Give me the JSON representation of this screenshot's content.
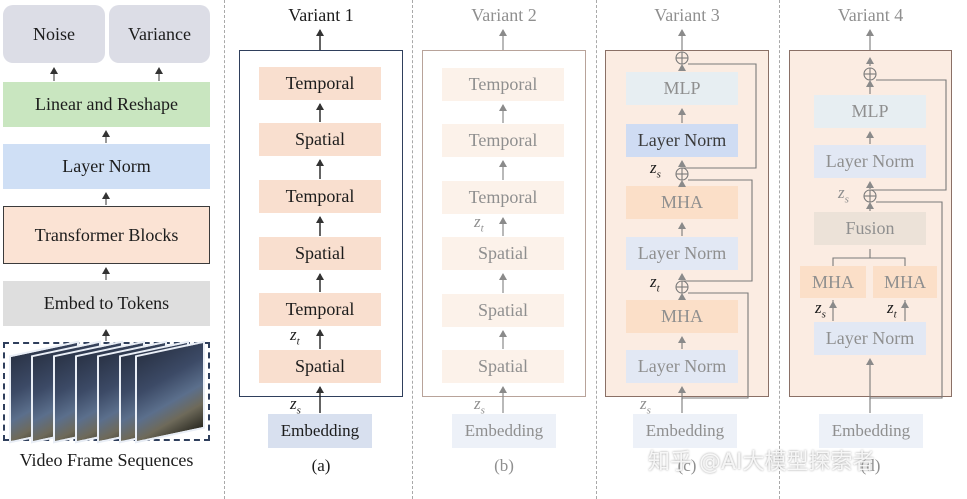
{
  "colors": {
    "noise_box": "#dcdde6",
    "linear_box": "#c9e6c0",
    "layernorm_box": "#cfdff5",
    "transformer_box": "#fbe3d4",
    "embed_tokens_box": "#dedede",
    "temporal_spatial_box": "#f9dfcf",
    "embedding_box": "#d8e0ef",
    "fusion_box": "#ece2d8",
    "variant_frame_fill": "#fbece2",
    "variant1_frame": "#2f3f5c"
  },
  "left_panel": {
    "noise": "Noise",
    "variance": "Variance",
    "linear_reshape": "Linear and Reshape",
    "layer_norm": "Layer Norm",
    "transformer_blocks": "Transformer Blocks",
    "embed_tokens": "Embed to Tokens",
    "video_caption": "Video Frame Sequences"
  },
  "variant1": {
    "title": "Variant 1",
    "blocks": [
      "Temporal",
      "Spatial",
      "Temporal",
      "Spatial",
      "Temporal",
      "Spatial"
    ],
    "zt": "z",
    "zt_sub": "t",
    "zs": "z",
    "zs_sub": "s",
    "embedding": "Embedding",
    "caption": "(a)"
  },
  "variant2": {
    "title": "Variant 2",
    "blocks": [
      "Temporal",
      "Temporal",
      "Temporal",
      "Spatial",
      "Spatial",
      "Spatial"
    ],
    "zt": "z",
    "zt_sub": "t",
    "zs": "z",
    "zs_sub": "s",
    "embedding": "Embedding",
    "caption": "(b)"
  },
  "variant3": {
    "title": "Variant 3",
    "blocks": [
      "MLP",
      "Layer Norm",
      "MHA",
      "Layer Norm",
      "MHA",
      "Layer Norm"
    ],
    "zs_mid": "z",
    "zs_mid_sub": "s",
    "zt_mid": "z",
    "zt_mid_sub": "t",
    "zs_bottom": "z",
    "zs_bottom_sub": "s",
    "embedding": "Embedding",
    "caption": "(c)"
  },
  "variant4": {
    "title": "Variant 4",
    "mlp": "MLP",
    "layer_norm_top": "Layer Norm",
    "zs": "z",
    "zs_sub": "s",
    "fusion": "Fusion",
    "mha_left": "MHA",
    "mha_right": "MHA",
    "zs_left": "z",
    "zs_left_sub": "s",
    "zt_right": "z",
    "zt_right_sub": "t",
    "layer_norm_bottom": "Layer Norm",
    "embedding": "Embedding",
    "caption": "(d)"
  },
  "watermark": "知乎 @AI大模型探索者"
}
